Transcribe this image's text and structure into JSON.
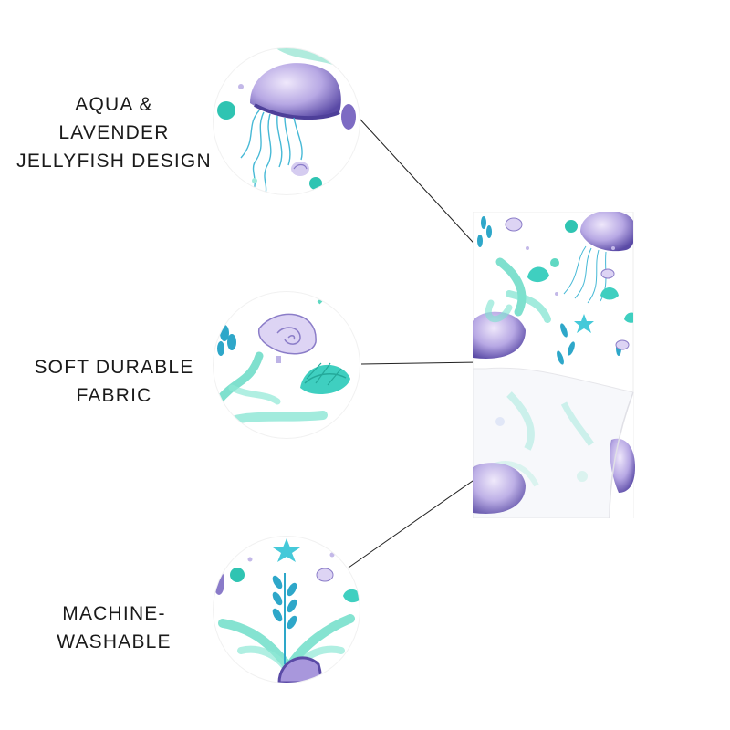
{
  "features": [
    {
      "lines": [
        "AQUA &",
        "LAVENDER",
        "JELLYFISH DESIGN"
      ]
    },
    {
      "lines": [
        "SOFT DURABLE",
        "FABRIC"
      ]
    },
    {
      "lines": [
        "MACHINE-",
        "WASHABLE"
      ]
    }
  ],
  "colors": {
    "lavender": "#7e6fc0",
    "lavender_light": "#c9bfe9",
    "aqua": "#3fd3be",
    "aqua_light": "#9eeadc",
    "teal_blue": "#2ea7c9",
    "line": "#222222"
  },
  "icons": [
    "jellyfish-icon",
    "seashell-icon",
    "seaweed-icon",
    "starfish-icon",
    "scallop-shell-icon"
  ]
}
